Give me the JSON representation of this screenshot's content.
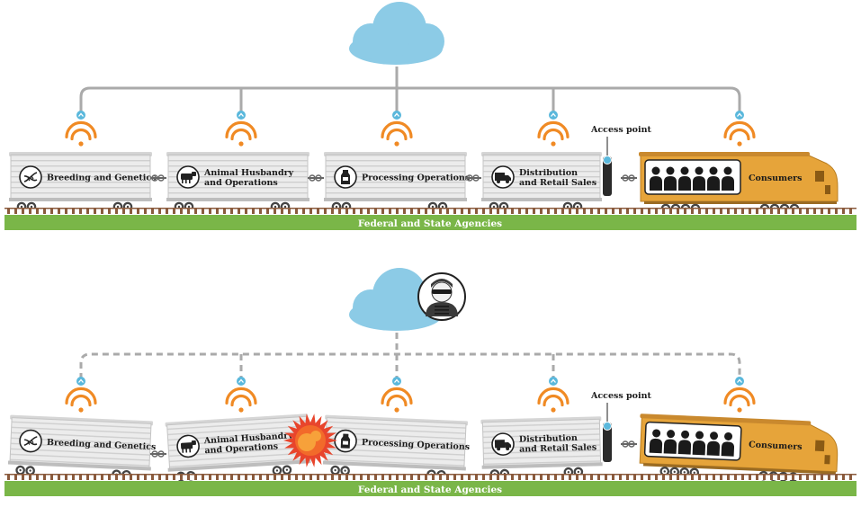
{
  "scenes": [
    {
      "id": "normal",
      "cars": [
        {
          "label_lines": [
            "Breeding and Genetics"
          ],
          "icon": "dna-icon"
        },
        {
          "label_lines": [
            "Animal Husbandry",
            "and Operations"
          ],
          "icon": "cow-icon"
        },
        {
          "label_lines": [
            "Processing Operations"
          ],
          "icon": "milk-bottle-icon"
        },
        {
          "label_lines": [
            "Distribution",
            "and Retail Sales"
          ],
          "icon": "truck-icon"
        }
      ],
      "engine_label": "Consumers",
      "access_point_label": "Access point",
      "ground_label": "Federal and State Agencies",
      "network": "connected"
    },
    {
      "id": "attacked",
      "cars": [
        {
          "label_lines": [
            "Breeding and Genetics"
          ],
          "icon": "dna-icon"
        },
        {
          "label_lines": [
            "Animal Husbandry",
            "and Operations"
          ],
          "icon": "cow-icon"
        },
        {
          "label_lines": [
            "Processing Operations"
          ],
          "icon": "milk-bottle-icon"
        },
        {
          "label_lines": [
            "Distribution",
            "and Retail Sales"
          ],
          "icon": "truck-icon"
        }
      ],
      "engine_label": "Consumers",
      "access_point_label": "Access point",
      "ground_label": "Federal and State Agencies",
      "network": "compromised",
      "attacker_icon": "hacker-icon",
      "explosion_icon": "explosion-icon"
    }
  ],
  "colors": {
    "cloud": "#8ccbe6",
    "network_line": "#aaaaaa",
    "wifi": "#f08a24",
    "antenna": "#5ab8dc",
    "car_body": "#e6e6e6",
    "car_stripe": "#c8c8c8",
    "engine": "#e6a43a",
    "ground": "#7ab648",
    "rail": "#8a5a3c",
    "explosion": "#e8452c"
  }
}
